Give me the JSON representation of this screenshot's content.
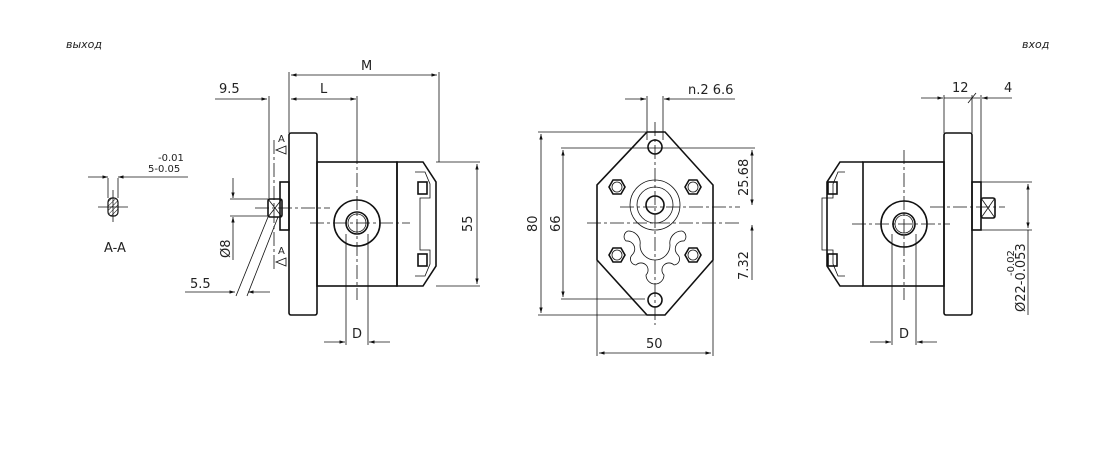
{
  "labels": {
    "outlet": "выход",
    "inlet": "вход",
    "section": "A-A",
    "section_mark": "A"
  },
  "left_view": {
    "dim_M": "M",
    "dim_L": "L",
    "dim_9_5": "9.5",
    "dim_55": "55",
    "dim_D": "D",
    "dim_dia8": "Ø8",
    "dim_5_5": "5.5"
  },
  "key_tolerance": {
    "upper": "-0.01",
    "nominal": "5-0.05"
  },
  "front_view": {
    "dim_80": "80",
    "dim_66": "66",
    "dim_50": "50",
    "holes": "n.2  6.6",
    "dim_25_68": "25.68",
    "dim_7_32": "7.32"
  },
  "right_view": {
    "dim_12": "12",
    "dim_4": "4",
    "dim_D": "D",
    "shaft_tol_upper": "-0.02",
    "shaft_dia": "Ø22-0.053"
  }
}
